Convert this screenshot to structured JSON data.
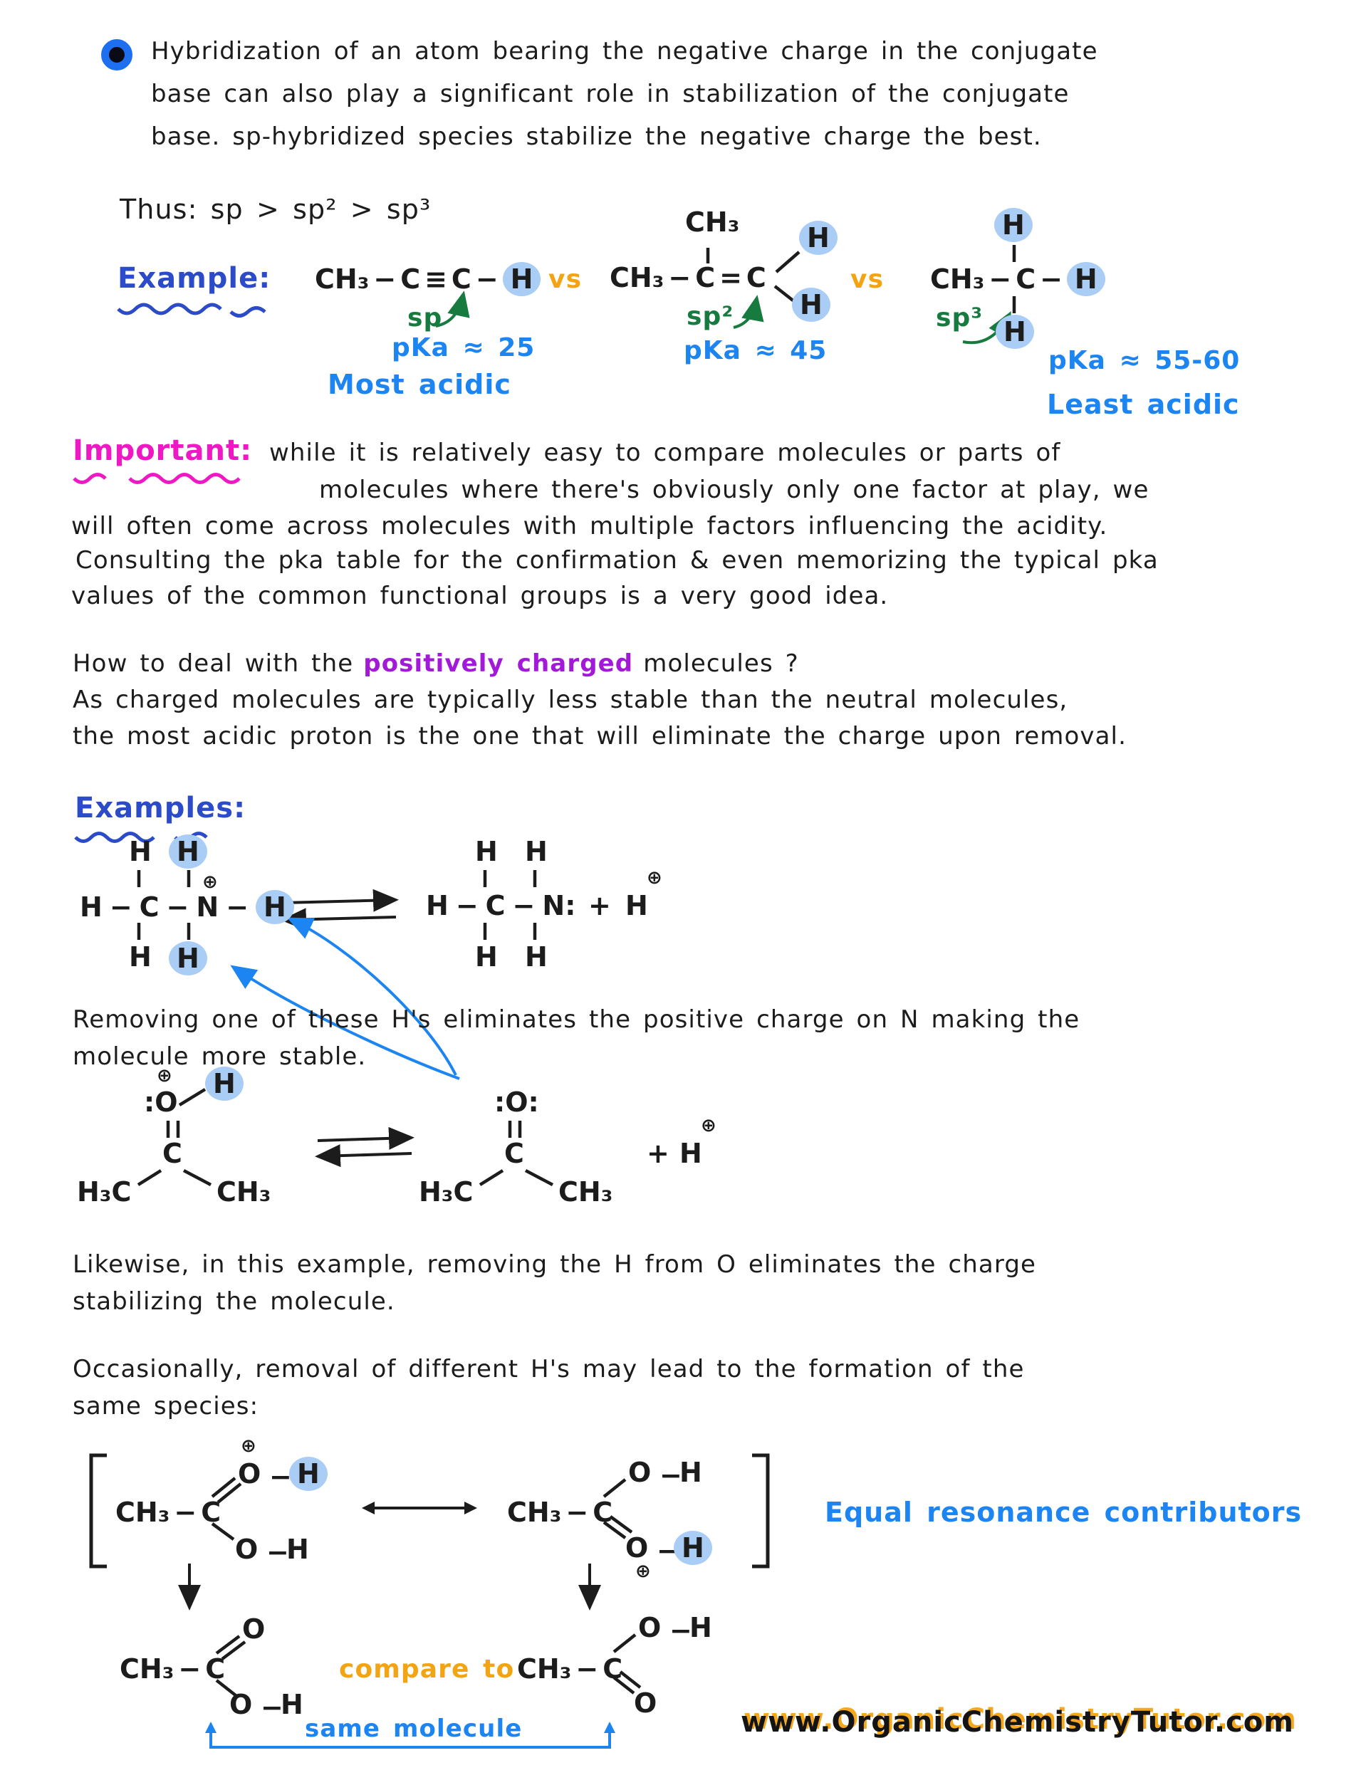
{
  "colors": {
    "ink": "#1c1c1c",
    "heading_blue": "#2b4bc8",
    "label_blue": "#1d85f2",
    "green": "#177a3e",
    "orange": "#f2a413",
    "magenta": "#ee18c5",
    "purple": "#a21ad8",
    "highlight_blue": "#a9cdf5",
    "bullet_blue": "#1d6ff0",
    "website_shadow_orange": "#f5a81c"
  },
  "intro": {
    "lines": [
      "Hybridization of an atom bearing the negative charge in the conjugate",
      "base can also play a significant role in stabilization of the conjugate",
      "base.  sp-hybridized species stabilize the negative charge the best."
    ]
  },
  "thus": "Thus:  sp > sp² > sp³",
  "example": {
    "heading": "Example:",
    "vs1": "vs",
    "vs2": "vs",
    "alkyne": {
      "f": [
        "CH₃",
        "−",
        "C",
        "≡",
        "C",
        "−",
        "H"
      ],
      "hyb": "sp",
      "pka": "pKa ≈ 25",
      "note": "Most acidic"
    },
    "alkene": {
      "top": "CH₃",
      "f": [
        "CH₃",
        "−",
        "C",
        "=",
        "C"
      ],
      "h1": "H",
      "h2": "H",
      "hyb": "sp²",
      "pka": "pKa ≈ 45"
    },
    "alkane": {
      "h_top": "H",
      "f": [
        "CH₃",
        "−",
        "C",
        "−",
        "H"
      ],
      "h_bot": "H",
      "hyb": "sp³",
      "pka": "pKa ≈ 55-60",
      "note": "Least acidic"
    }
  },
  "important": {
    "heading": "Important:",
    "lines": [
      "while it is relatively easy to compare molecules or parts of",
      "molecules where there's obviously only one factor at play, we",
      "will often come across molecules with multiple factors influencing the acidity.",
      "Consulting the pka table for the confirmation & even memorizing the typical pka",
      "values of the common functional groups is a very good idea."
    ]
  },
  "charged": {
    "q_pre": "How to deal with the",
    "q_hl": "positively charged",
    "q_post": "molecules ?",
    "lines": [
      "As charged molecules are typically less stable than the neutral molecules,",
      "the most acidic proton is the one that will eliminate the charge upon removal."
    ]
  },
  "examples2": {
    "heading": "Examples:"
  },
  "ammonium": {
    "h_tc": "H",
    "h_tn": "H",
    "chg": "⊕",
    "f": [
      "H",
      "−",
      "C",
      "−",
      "N",
      "−",
      "H"
    ],
    "h_bc": "H",
    "h_bn": "H"
  },
  "methylamine": {
    "h_tc": "H",
    "h_tn": "H",
    "f": [
      "H",
      "−",
      "C",
      "−",
      "N:"
    ],
    "h_bc": "H",
    "h_bn": "H",
    "plus": "+",
    "h_ion": "H",
    "ion_chg": "⊕"
  },
  "removing": {
    "lines": [
      "Removing one of these  H's  eliminates the positive  charge on N making the",
      "molecule more stable."
    ]
  },
  "acetone_cation": {
    "chg": "⊕",
    "o": ":O",
    "h": "H",
    "c": "C",
    "l": "H₃C",
    "r": "CH₃"
  },
  "acetone": {
    "o": ":O:",
    "c": "C",
    "l": "H₃C",
    "r": "CH₃",
    "plus": "+",
    "h_ion": "H",
    "ion_chg": "⊕"
  },
  "likewise": {
    "lines": [
      "Likewise, in this example, removing the H from O eliminates the charge",
      "stabilizing the molecule."
    ]
  },
  "occasionally": {
    "lines": [
      "Occasionally, removal of different H's may lead to the formation of the",
      "same species:"
    ]
  },
  "resonance": {
    "left": {
      "chg": "⊕",
      "o_top": "O",
      "d1": "−",
      "h_top": "H",
      "f": [
        "CH₃",
        "−",
        "C"
      ],
      "o_bot": "O",
      "d2": "−",
      "h_bot": "H"
    },
    "right": {
      "f": [
        "CH₃",
        "−",
        "C"
      ],
      "o_top": "O",
      "d1": "−",
      "h_top": "H",
      "o_bot": "O",
      "d2": "−",
      "h_bot": "H",
      "chg": "⊕"
    },
    "equal_note": "Equal resonance contributors"
  },
  "products": {
    "left": {
      "f": [
        "CH₃",
        "−",
        "C"
      ],
      "o_top": "O",
      "o_bot": "O",
      "d": "−",
      "h_bot": "H"
    },
    "compare": "compare to",
    "right": {
      "f": [
        "CH₃",
        "−",
        "C"
      ],
      "o_top": "O",
      "d": "−",
      "h_top": "H",
      "o_bot": "O"
    },
    "same": "same molecule"
  },
  "footer": {
    "website": "www.OrganicChemistryTutor.com"
  }
}
